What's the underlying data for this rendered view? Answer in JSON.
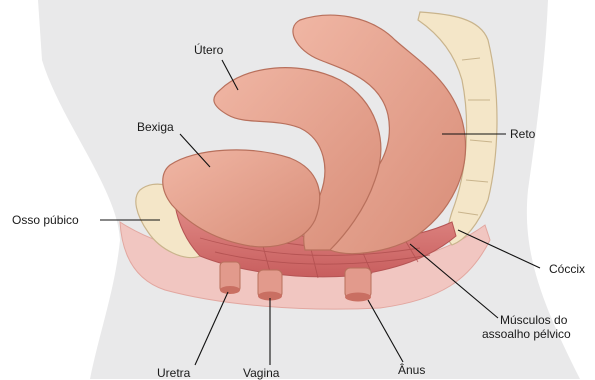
{
  "labels": {
    "utero": "Útero",
    "bexiga": "Bexiga",
    "reto": "Reto",
    "osso_pubico": "Osso púbico",
    "coccix": "Cóccix",
    "musculos_line1": "Músculos do",
    "musculos_line2": "assoalho pélvico",
    "uretra": "Uretra",
    "vagina": "Vagina",
    "anus": "Ânus"
  },
  "colors": {
    "body_fill": "#e9e9ea",
    "organ": "#e8a591",
    "organ_dark": "#c9735f",
    "muscle": "#d36f6e",
    "bone": "#f4e6c8",
    "bone_edge": "#c9b48c",
    "soft_tissue": "#f1c6c1"
  }
}
